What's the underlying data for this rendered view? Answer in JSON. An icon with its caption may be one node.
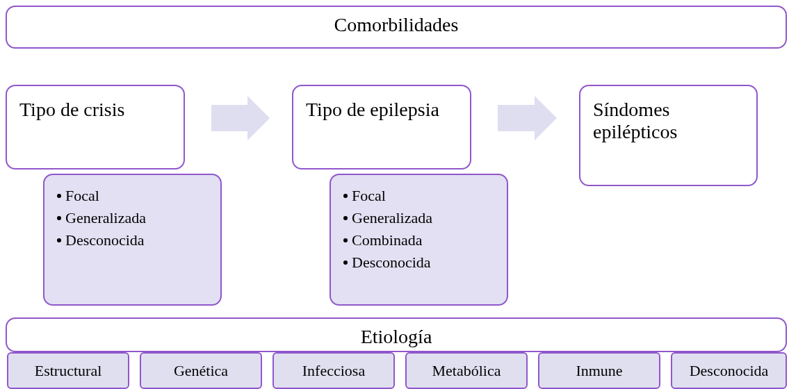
{
  "diagram": {
    "nodes": [
      {
        "text": [
          "Comorbilidades"
        ]
      },
      {
        "text": [
          "Tipo de crisis"
        ]
      },
      {
        "text": [
          "Focal",
          "Generalizada",
          "Desconocida"
        ]
      },
      {
        "text": [
          "Tipo de epilepsia"
        ]
      },
      {
        "text": [
          "Focal",
          "Generalizada",
          "Combinada",
          "Desconocida"
        ]
      },
      {
        "text": [
          "Síndomes epilépticos"
        ]
      },
      {
        "text": [
          "Etiología"
        ]
      },
      {
        "text": [
          "Estructural"
        ]
      },
      {
        "text": [
          "Genética"
        ]
      },
      {
        "text": [
          "Infecciosa"
        ]
      },
      {
        "text": [
          "Metabólica"
        ]
      },
      {
        "text": [
          "Inmune"
        ]
      },
      {
        "text": [
          "Desconocida"
        ]
      }
    ],
    "edges": [
      {
        "from": 1,
        "to": 3,
        "arrow": "to"
      },
      {
        "from": 3,
        "to": 5,
        "arrow": "to"
      }
    ]
  }
}
